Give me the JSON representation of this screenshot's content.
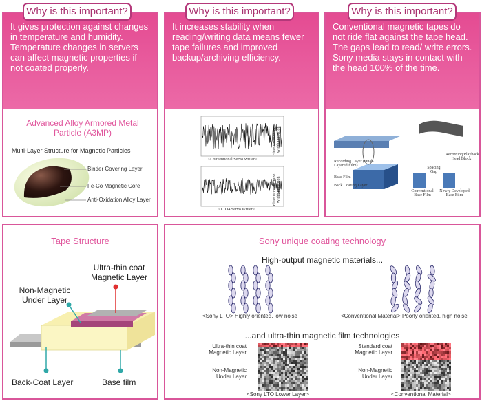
{
  "tabs": [
    "Why is this important?",
    "Why is this important?",
    "Why is this important?"
  ],
  "panel1": {
    "text": "It gives protection against changes in temperature and humidity. Temperature changes in servers can affect magnetic properties if not coated properly.",
    "title": "Advanced Alloy Armored Metal Particle (A3MP)",
    "diagram_title": "Multi-Layer Structure for Magnetic Particles",
    "labels": [
      "Binder Covering Layer",
      "Fe-Co Magnetic Core",
      "Anti-Oxidation Alloy Layer"
    ]
  },
  "panel2": {
    "text": "It increases stability when reading/writing data means fewer tape failures and improved backup/archiving efficiency.",
    "chart1_caption": "<Conventional Servo Writer>",
    "chart2_caption": "<LTO4 Servo Writer>",
    "axis_label": "Fluctuation in Tape Width Direction"
  },
  "panel3": {
    "text": "Conventional magnetic tapes do not ride flat against the tape head. The gaps lead to read/ write errors.  Sony media stays in contact with the head 100% of the time.",
    "labels": {
      "head_block": "Recording/Playback Head Block",
      "recording_layer": "Recording Layer (Dual-Layered Film)",
      "base_film": "Base Film",
      "back_coating": "Back Coating Layer",
      "spacing_gap": "Spacing Gap",
      "conventional": "Conventional Base Film",
      "newly": "Newly Developed Base Film"
    }
  },
  "panel4": {
    "title": "Tape Structure",
    "labels": {
      "ultra_thin": "Ultra-thin coat Magnetic Layer",
      "non_magnetic": "Non-Magnetic Under Layer",
      "back_coat": "Back-Coat Layer",
      "base_film": "Base film"
    }
  },
  "panel5": {
    "title": "Sony unique coating technology",
    "subtitle1": "High-output magnetic materials...",
    "caption_left": "<Sony LTO> Highly oriented, low noise",
    "caption_right": "<Conventional Material> Poorly oriented, high noise",
    "subtitle2": "...and ultra-thin magnetic film technologies",
    "left_labels": [
      "Ultra-thin coat Magnetic Layer",
      "Non-Magnetic Under Layer"
    ],
    "right_labels": [
      "Standard coat Magnetic Layer",
      "Non-Magnetic Under Layer"
    ],
    "caption_sony_layer": "<Sony LTO Lower Layer>",
    "caption_conv_layer": "<Conventional Material>"
  },
  "colors": {
    "accent": "#e44b92",
    "border": "#d9569a",
    "tab_text": "#a8316f"
  }
}
